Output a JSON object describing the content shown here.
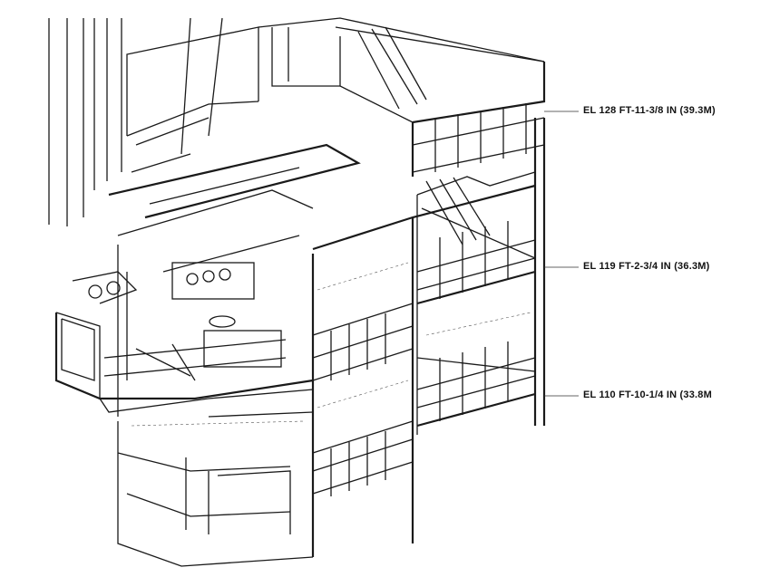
{
  "elevation_labels": [
    "EL 128 FT-11-3/8 IN (39.3M)",
    "EL 119 FT-2-3/4 IN (36.3M)",
    "EL 110 FT-10-1/4 IN (33.8M"
  ]
}
